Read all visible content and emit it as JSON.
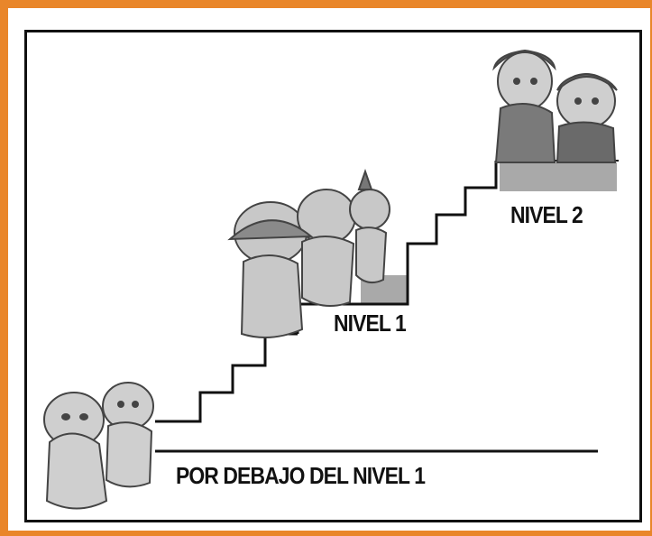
{
  "labels": {
    "below_level_1": "POR DEBAJO DEL NIVEL 1",
    "level_1": "NIVEL 1",
    "level_2": "NIVEL 2"
  },
  "colors": {
    "frame": "#e9862a",
    "line": "#111111",
    "landing": "#a9a9a9"
  }
}
